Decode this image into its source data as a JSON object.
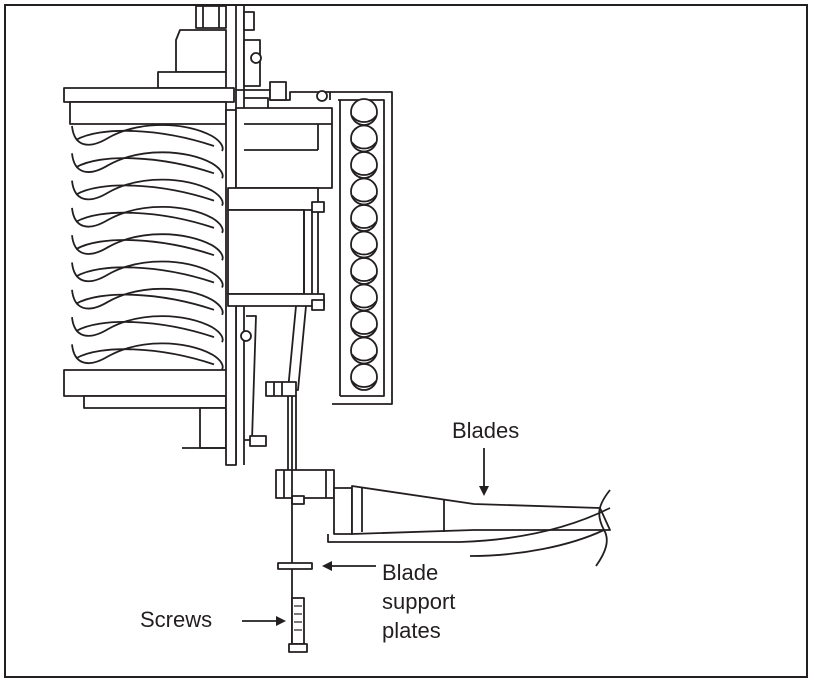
{
  "labels": {
    "blades": "Blades",
    "blade_support_plates": [
      "Blade",
      "support",
      "plates"
    ],
    "screws": "Screws"
  },
  "colors": {
    "line": "#231f20",
    "background": "#ffffff"
  }
}
